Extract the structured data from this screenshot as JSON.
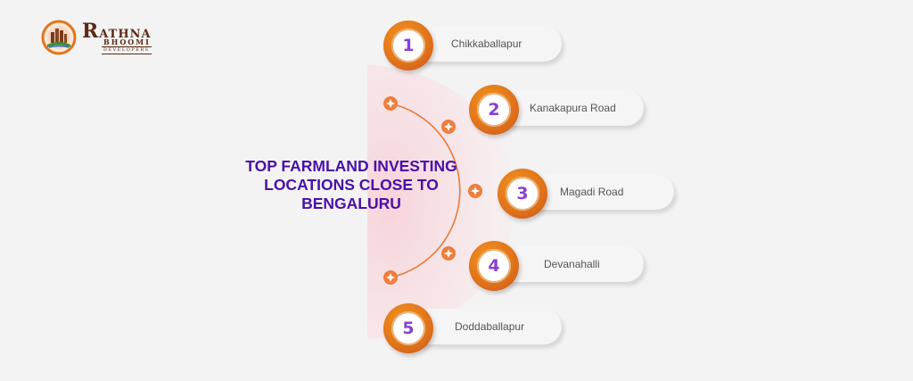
{
  "logo": {
    "name_initial": "R",
    "name_rest": "ATHNA",
    "sub_line1": "BHOOMI",
    "sub_line2": "DEVELOPERS"
  },
  "heading": "TOP FARMLAND INVESTING LOCATIONS CLOSE TO BENGALURU",
  "locations": [
    {
      "number": "1",
      "name": "Chikkaballapur"
    },
    {
      "number": "2",
      "name": "Kanakapura Road"
    },
    {
      "number": "3",
      "name": "Magadi Road"
    },
    {
      "number": "4",
      "name": "Devanahalli"
    },
    {
      "number": "5",
      "name": "Doddaballapur"
    }
  ],
  "colors": {
    "accent_orange": "#e2741a",
    "heading_purple": "#4a10a8",
    "number_purple": "#8a3fd1",
    "pink_glow": "#f9d9de"
  }
}
